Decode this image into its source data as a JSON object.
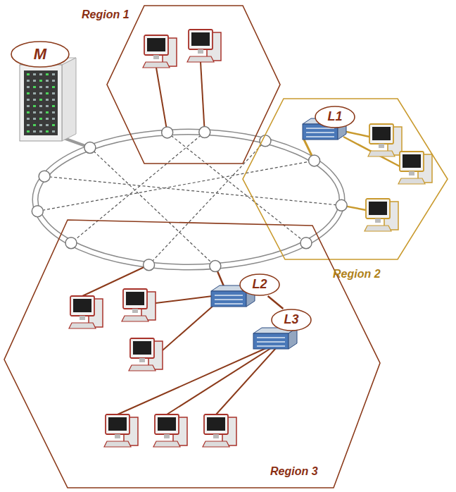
{
  "diagram": {
    "nodes": [
      {
        "text": [
          "Region 1"
        ]
      },
      {
        "text": [
          "M"
        ]
      },
      {
        "text": [
          "Region 2"
        ]
      },
      {
        "text": [
          "L1"
        ],
        "in": 2
      },
      {
        "text": [
          "Region 3"
        ]
      },
      {
        "text": [
          "L2"
        ],
        "in": 4
      },
      {
        "text": [
          "L3"
        ],
        "in": 4
      }
    ],
    "edges": [
      {
        "from": 5,
        "to": 6,
        "arrow": "none"
      }
    ]
  }
}
